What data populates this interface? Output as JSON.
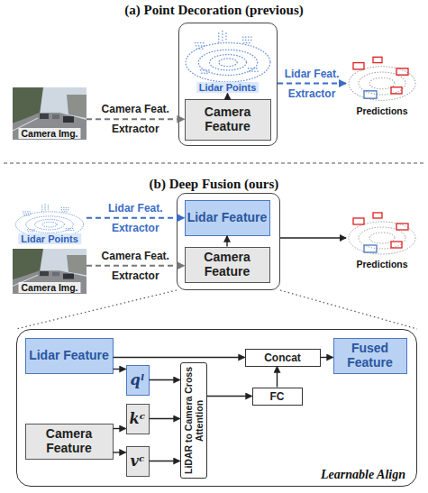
{
  "diagram": {
    "nodes": [
      {
        "text": [
          "Camera Img."
        ]
      },
      {
        "text": []
      },
      {
        "text": [
          "Lidar Points"
        ],
        "in": 1
      },
      {
        "text": [
          "Camera Feature"
        ],
        "in": 1
      },
      {
        "text": [
          "Predictions"
        ]
      },
      {
        "text": [
          "Lidar Points"
        ]
      },
      {
        "text": [
          "Camera Img."
        ]
      },
      {
        "text": []
      },
      {
        "text": [
          "Lidar Feature"
        ],
        "in": 7
      },
      {
        "text": [
          "Camera Feature"
        ],
        "in": 7
      },
      {
        "text": [
          "Predictions"
        ]
      },
      {
        "text": [
          "Learnable Align"
        ]
      },
      {
        "text": [
          "Lidar Feature"
        ],
        "in": 11
      },
      {
        "text": [
          "qˡ"
        ],
        "in": 11
      },
      {
        "text": [
          "Camera Feature"
        ],
        "in": 11
      },
      {
        "text": [
          "kᶜ"
        ],
        "in": 11
      },
      {
        "text": [
          "vᶜ"
        ],
        "in": 11
      },
      {
        "text": [
          "LiDAR to Camera Cross Attention"
        ],
        "in": 11
      },
      {
        "text": [
          "Concat"
        ],
        "in": 11
      },
      {
        "text": [
          "FC"
        ],
        "in": 11
      },
      {
        "text": [
          "Fused Feature"
        ],
        "in": 11
      }
    ],
    "edges": [
      {
        "from": 0,
        "to": 3,
        "label": "Camera Feat. Extractor",
        "arrow": "to"
      },
      {
        "from": 3,
        "to": 2,
        "arrow": "to"
      },
      {
        "from": 1,
        "to": 4,
        "label": "Lidar Feat. Extractor",
        "arrow": "to"
      },
      {
        "from": 5,
        "to": 8,
        "label": "Lidar Feat. Extractor",
        "arrow": "to"
      },
      {
        "from": 6,
        "to": 9,
        "label": "Camera Feat. Extractor",
        "arrow": "to"
      },
      {
        "from": 9,
        "to": 8,
        "arrow": "to"
      },
      {
        "from": 7,
        "to": 10,
        "arrow": "to"
      },
      {
        "from": 12,
        "to": 13,
        "arrow": "to"
      },
      {
        "from": 12,
        "to": 18,
        "arrow": "to"
      },
      {
        "from": 14,
        "to": 15,
        "arrow": "to"
      },
      {
        "from": 14,
        "to": 16,
        "arrow": "to"
      },
      {
        "from": 13,
        "to": 17,
        "arrow": "to"
      },
      {
        "from": 15,
        "to": 17,
        "arrow": "to"
      },
      {
        "from": 16,
        "to": 17,
        "arrow": "to"
      },
      {
        "from": 17,
        "to": 19,
        "arrow": "to"
      },
      {
        "from": 19,
        "to": 18,
        "arrow": "to"
      },
      {
        "from": 18,
        "to": 20,
        "arrow": "to"
      }
    ],
    "labels": [
      "(a) Point Decoration (previous)",
      "(b) Deep Fusion (ours)"
    ]
  }
}
